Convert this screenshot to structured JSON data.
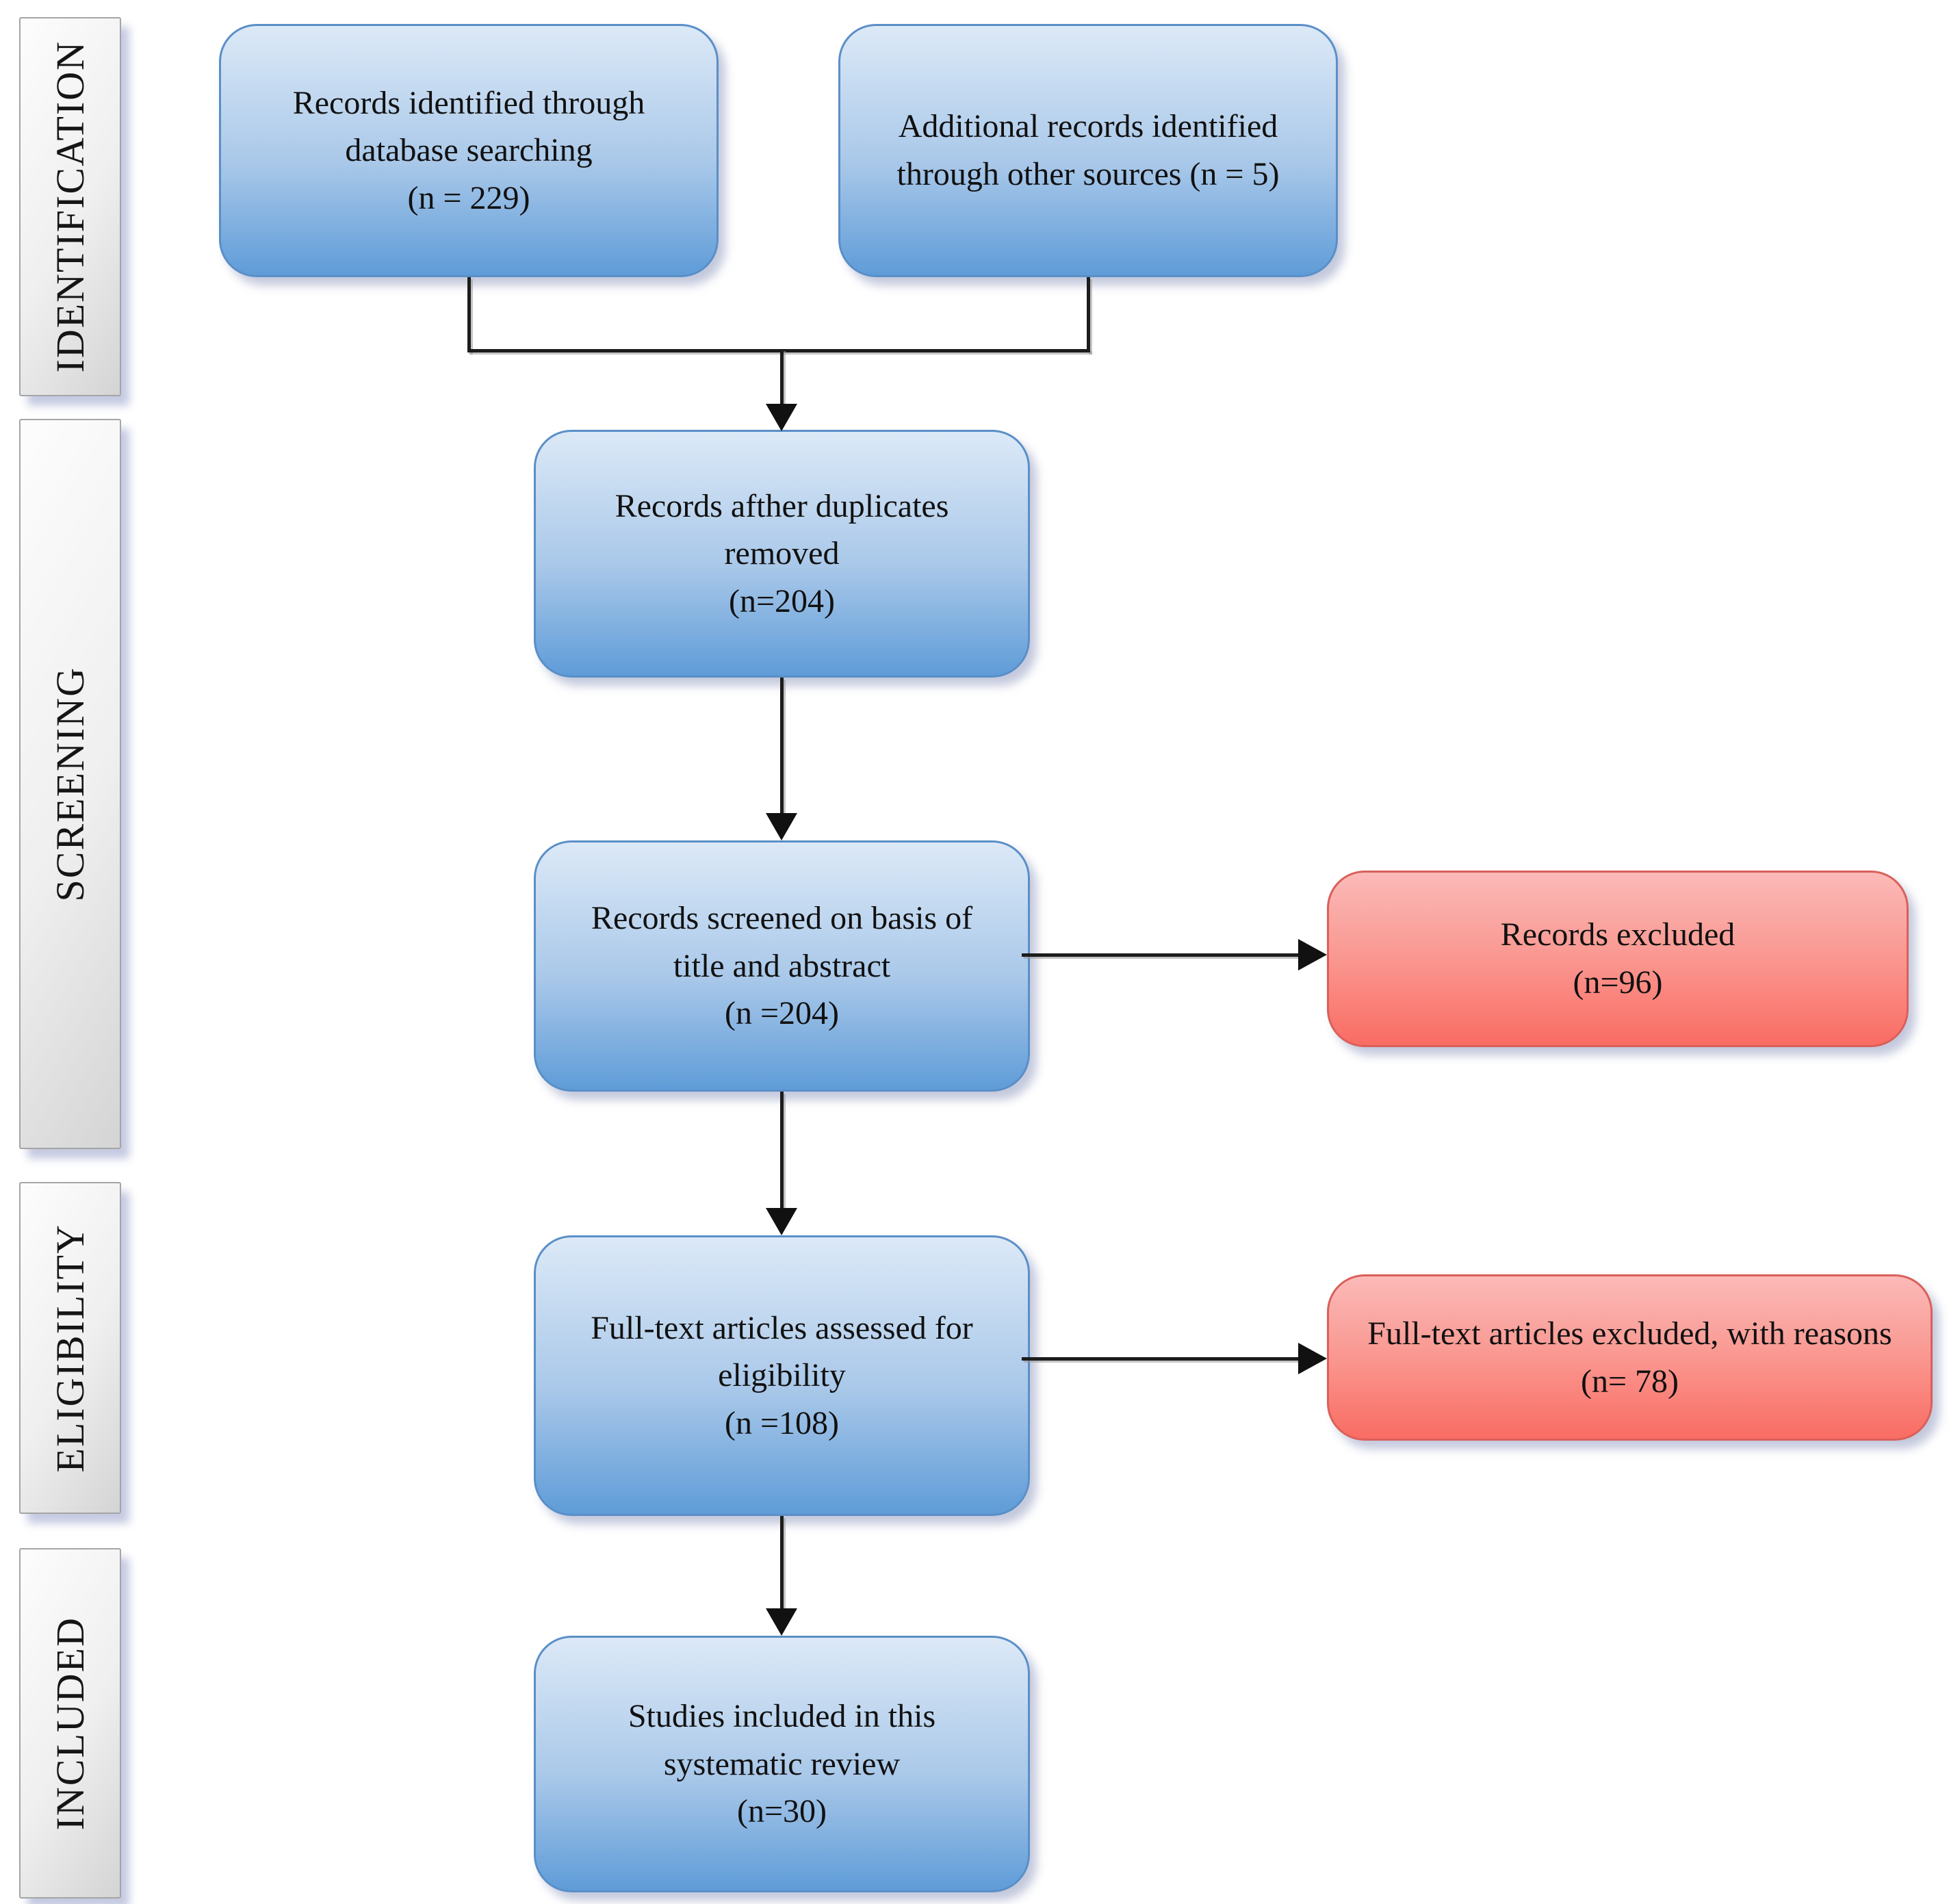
{
  "sidebar": {
    "stages": [
      {
        "label": "IDENTIFICATION"
      },
      {
        "label": "SCREENING"
      },
      {
        "label": "ELIGIBILITY"
      },
      {
        "label": "INCLUDED"
      }
    ]
  },
  "flow": {
    "boxes": [
      {
        "text": "Records identified through database searching",
        "count": "(n = 229)"
      },
      {
        "text": "Additional records identified through other sources (n = 5)"
      },
      {
        "text": "Records afther duplicates removed",
        "count": "(n=204)"
      },
      {
        "text": "Records screened on basis of title and abstract",
        "count": "(n =204)"
      },
      {
        "text": "Full-text articles assessed for eligibility",
        "count": "(n =108)"
      },
      {
        "text": "Studies included in this systematic review",
        "count": "(n=30)"
      }
    ],
    "excluded": [
      {
        "text": "Records excluded",
        "count": "(n=96)"
      },
      {
        "text": "Full-text articles excluded, with reasons",
        "count": "(n= 78)"
      }
    ]
  },
  "colors": {
    "blue_box_top": "#dce9f7",
    "blue_box_bottom": "#5f9cd8",
    "blue_box_border": "#5a8fc7",
    "red_box_top": "#fbbab8",
    "red_box_bottom": "#f96c63",
    "red_box_border": "#d9605a",
    "stage_panel": "#e8e8e8",
    "connector_line": "#1c1c1c"
  }
}
